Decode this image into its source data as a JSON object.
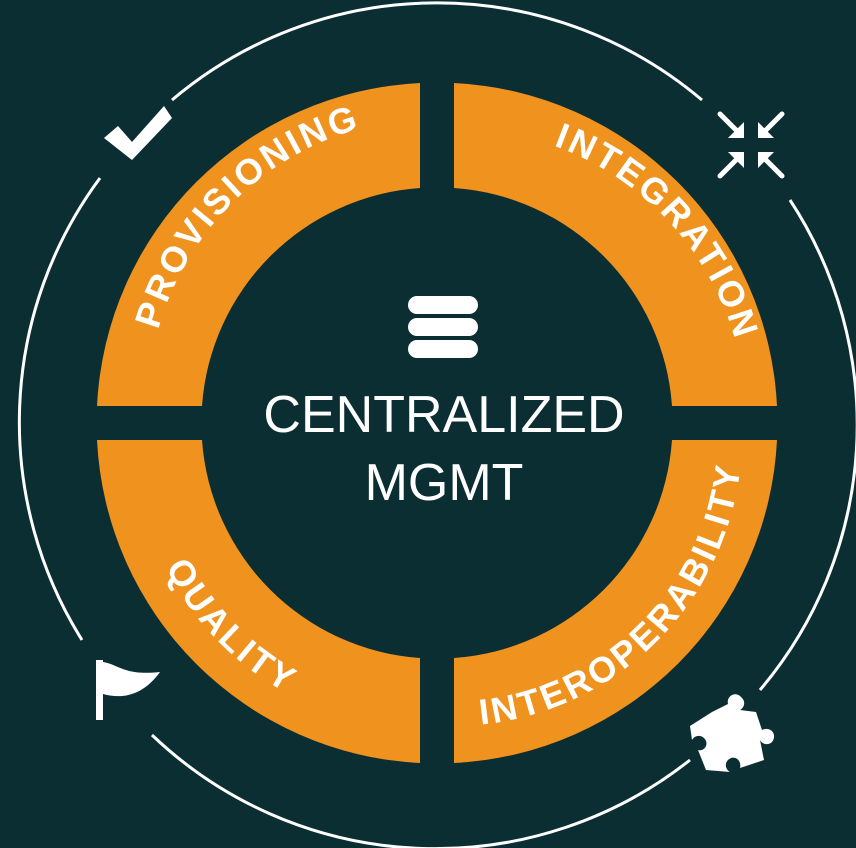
{
  "diagram": {
    "center": {
      "icon": "database-icon",
      "line1": "CENTRALIZED",
      "line2": "MGMT"
    },
    "segments": [
      {
        "id": "provisioning",
        "label": "PROVISIONING",
        "icon": "checkmark-icon"
      },
      {
        "id": "integration",
        "label": "INTEGRATION",
        "icon": "arrows-inward-icon"
      },
      {
        "id": "interoperability",
        "label": "INTEROPERABILITY",
        "icon": "puzzle-piece-icon"
      },
      {
        "id": "quality",
        "label": "QUALITY",
        "icon": "flag-icon"
      }
    ],
    "colors": {
      "background": "#0b2e33",
      "segment": "#f0921e",
      "ring": "#ffffff",
      "text": "#ffffff"
    }
  }
}
